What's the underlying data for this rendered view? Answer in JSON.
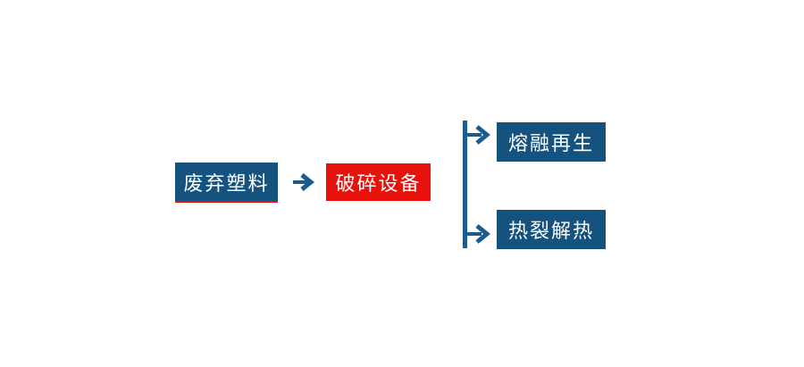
{
  "diagram": {
    "colors": {
      "blue": "#15537E",
      "red": "#E8120D",
      "arrow_blue": "#1A5C90",
      "text": "#FFFFFF",
      "background": "#FFFFFF"
    },
    "nodes": {
      "waste_plastic": {
        "label": "废弃塑料"
      },
      "crushing_equipment": {
        "label": "破碎设备"
      },
      "melt_regeneration": {
        "label": "熔融再生"
      },
      "pyrolysis_heat": {
        "label": "热裂解热"
      }
    },
    "connectors": {
      "main_arrow": {
        "from": "waste_plastic",
        "to": "crushing_equipment"
      },
      "branch_top": {
        "to": "melt_regeneration"
      },
      "branch_bottom": {
        "to": "pyrolysis_heat"
      }
    }
  }
}
